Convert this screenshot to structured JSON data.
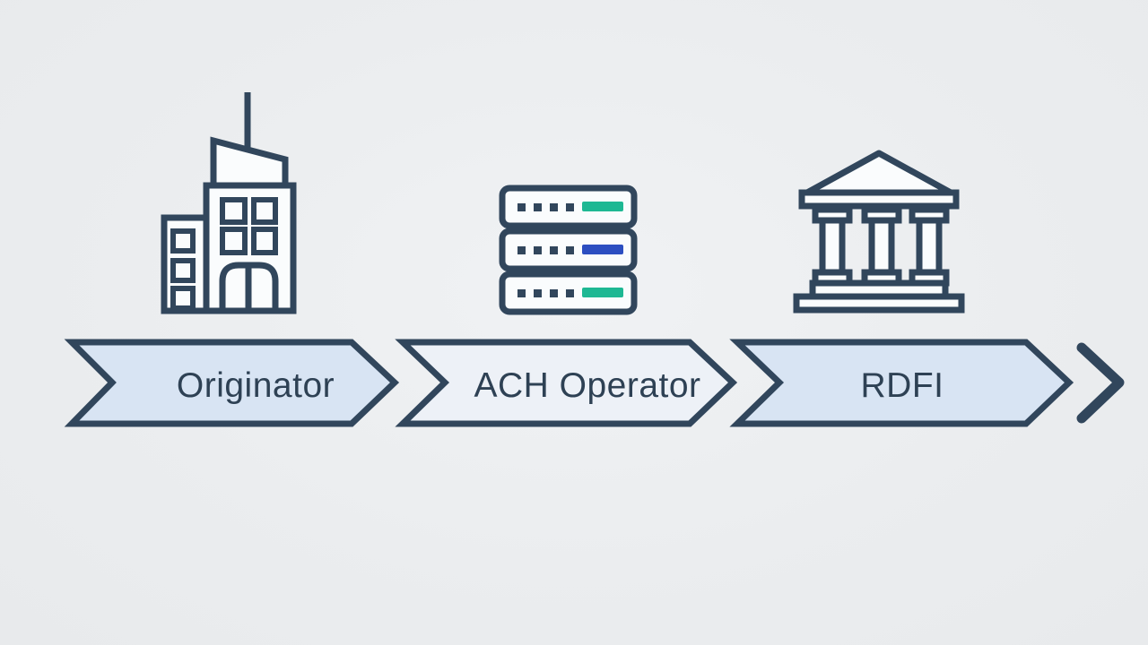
{
  "colors": {
    "background": "#ebedef",
    "outline": "#31465c",
    "text": "#2e4154",
    "icon_fill": "#fafcfd",
    "banner_fill": "#d8e4f3",
    "banner_fill_light": "#edf1f7",
    "accent_teal": "#1eb893",
    "accent_blue": "#2c4ec1"
  },
  "flow": {
    "steps": [
      {
        "label": "Originator",
        "icon": "office-building-icon",
        "banner_style": "blue"
      },
      {
        "label": "ACH Operator",
        "icon": "server-stack-icon",
        "banner_style": "light"
      },
      {
        "label": "RDFI",
        "icon": "bank-icon",
        "banner_style": "blue"
      }
    ],
    "continuation_icon": "chevron-right-icon"
  }
}
